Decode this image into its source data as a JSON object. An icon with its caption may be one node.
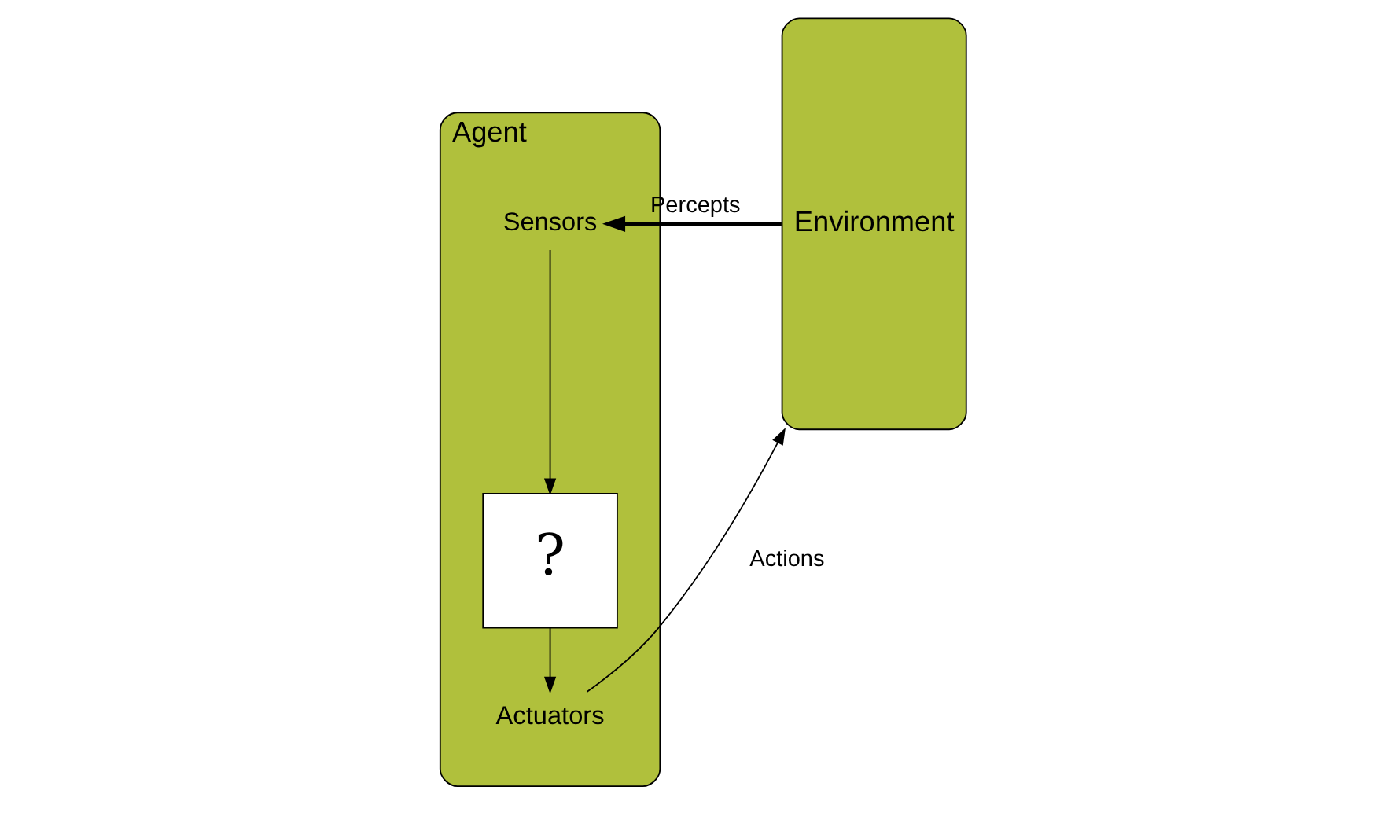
{
  "diagram": {
    "nodes": [
      {
        "text": [
          "Agent"
        ]
      },
      {
        "text": [
          "Sensors"
        ],
        "in": 0
      },
      {
        "text": [
          "?"
        ],
        "in": 0
      },
      {
        "text": [
          "Actuators"
        ],
        "in": 0
      },
      {
        "text": [
          "Environment"
        ]
      }
    ],
    "edges": [
      {
        "from": 4,
        "to": 1,
        "arrow": "to",
        "label": "Percepts",
        "style": "thick"
      },
      {
        "from": 1,
        "to": 2,
        "arrow": "to"
      },
      {
        "from": 2,
        "to": 3,
        "arrow": "to"
      },
      {
        "from": 3,
        "to": 4,
        "arrow": "to",
        "label": "Actions"
      }
    ]
  }
}
